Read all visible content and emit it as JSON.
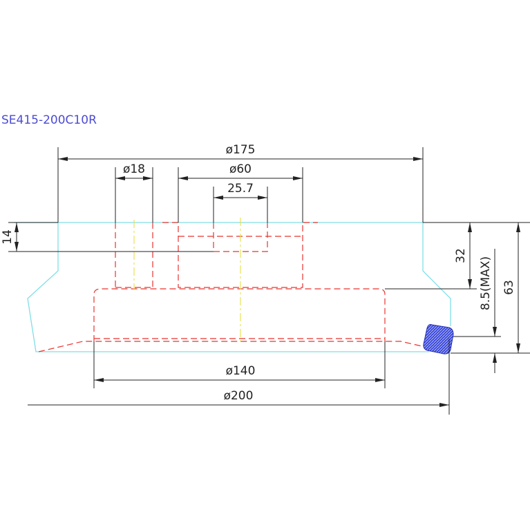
{
  "title": "SE415-200C10R",
  "dimensions": {
    "d175": "ø175",
    "d18": "ø18",
    "d60": "ø60",
    "w25_7": "25.7",
    "h14": "14",
    "h32": "32",
    "h8_5": "8.5(MAX)",
    "h63": "63",
    "d140": "ø140",
    "d200": "ø200"
  },
  "colors": {
    "outline": "#7fdfe6",
    "hidden": "#e8332f",
    "center": "#e8e043",
    "title": "#4b4bd6",
    "insert": "#3b49d8"
  }
}
